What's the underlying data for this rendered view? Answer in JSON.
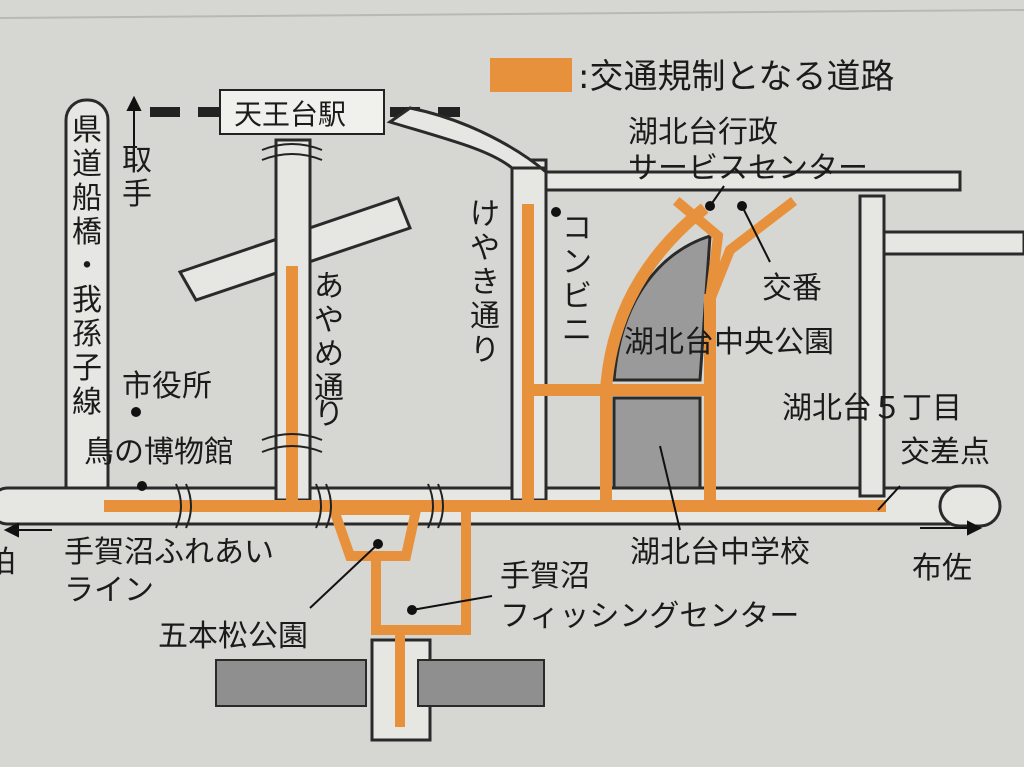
{
  "legend": {
    "text": ":交通規制となる道路",
    "color": "#e8913d"
  },
  "stations": {
    "tennodai": "天王台駅"
  },
  "roads": {
    "prefectural_route": [
      "県",
      "道",
      "船",
      "橋",
      "・",
      "我",
      "孫",
      "子",
      "線"
    ],
    "toride": [
      "取",
      "手"
    ],
    "ayame": [
      "あ",
      "や",
      "め",
      "通",
      "り"
    ],
    "keyaki": [
      "け",
      "や",
      "き",
      "通",
      "り"
    ],
    "teganuma_line_1": "手賀沼ふれあい",
    "teganuma_line_2": "ライン",
    "fusa": "布佐",
    "left_cut": "柏"
  },
  "places": {
    "city_hall": "市役所",
    "bird_museum": "鳥の博物館",
    "convenience": [
      "コ",
      "ン",
      "ビ",
      "ニ"
    ],
    "service_center_1": "湖北台行政",
    "service_center_2": "サービスセンター",
    "koban": "交番",
    "central_park": "湖北台中央公園",
    "crossing_1": "湖北台５丁目",
    "crossing_2": "交差点",
    "middle_school": "湖北台中学校",
    "gohonmatsu_park": "五本松公園",
    "fishing_1": "手賀沼",
    "fishing_2": "フィッシングセンター"
  },
  "colors": {
    "regulated_road": "#e8913d",
    "background": "#d6d6d2",
    "park": "#9a9a9a"
  }
}
